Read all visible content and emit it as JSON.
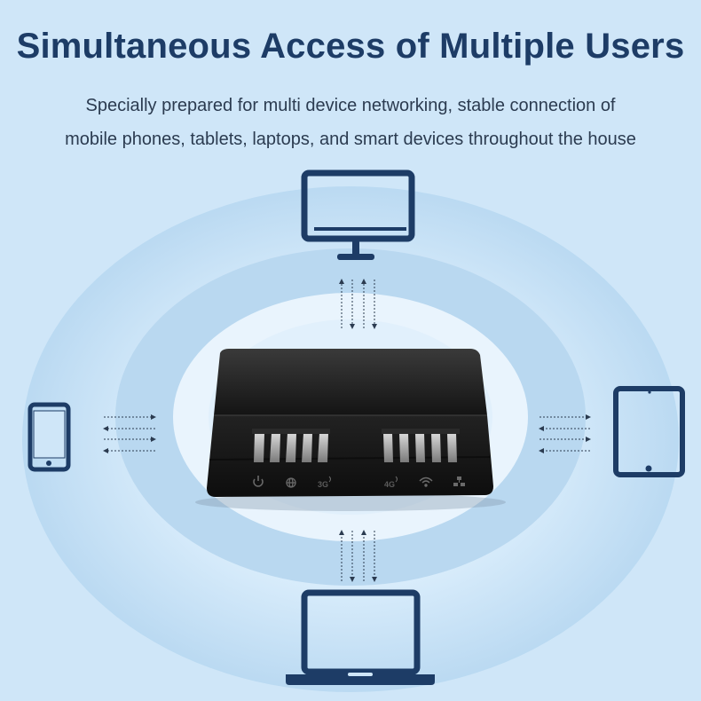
{
  "headline": "Simultaneous Access of Multiple Users",
  "subtitle": {
    "line1": "Specially prepared for multi device networking, stable connection of",
    "line2": "mobile phones, tablets, laptops, and smart devices throughout the house"
  },
  "router": {
    "indicator_labels": {
      "mobile_3g": "3G",
      "mobile_4g": "4G"
    },
    "indicator_icons": [
      "power-icon",
      "globe-icon",
      "3g-signal-icon",
      "4g-signal-icon",
      "wifi-icon",
      "lan-icon"
    ]
  },
  "devices": [
    "desktop-monitor",
    "mobile-phone",
    "tablet",
    "laptop"
  ],
  "colors": {
    "background": "#cfe6f8",
    "headline": "#1d3c66",
    "device_icon": "#1d3c66",
    "router_body": "#1b1b1b"
  }
}
